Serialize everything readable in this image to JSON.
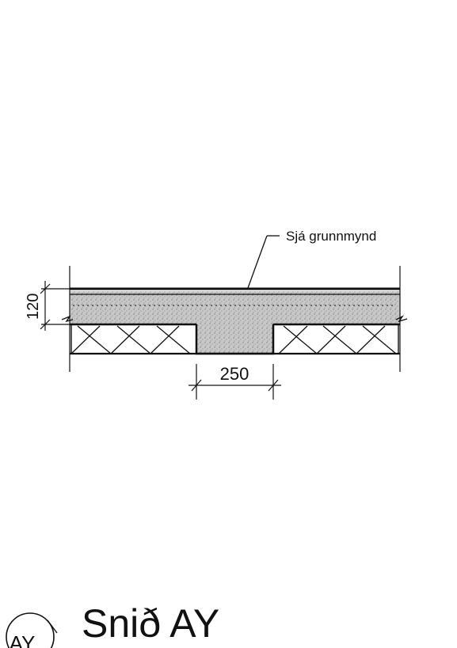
{
  "note_label": "Sjá grunnmynd",
  "dimensions": {
    "slab_thickness": "120",
    "beam_width": "250"
  },
  "section": {
    "marker": "AY",
    "title": "Snið AY"
  },
  "colors": {
    "ink": "#111111",
    "concrete_fill": "#c8c8c8",
    "background": "#ffffff"
  }
}
